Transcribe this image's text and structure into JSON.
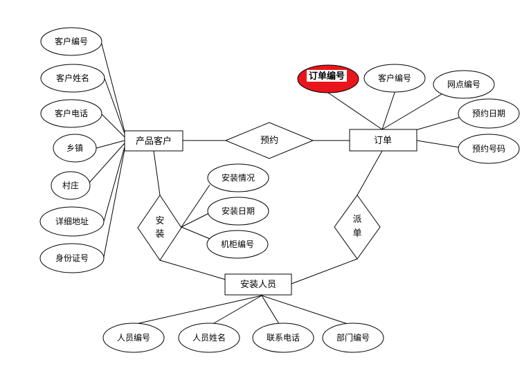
{
  "entities": {
    "product_customer": "产品客户",
    "order": "订单",
    "installer": "安装人员"
  },
  "relationships": {
    "reserve": "预约",
    "install_top": "安",
    "install_bottom": "装",
    "dispatch_top": "派",
    "dispatch_bottom": "单"
  },
  "attributes": {
    "customer_id": "客户编号",
    "customer_name": "客户姓名",
    "customer_phone": "客户电话",
    "town": "乡镇",
    "village": "村庄",
    "address": "详细地址",
    "id_number": "身份证号",
    "order_id": "订单编号",
    "order_customer_id": "客户编号",
    "outlet_id": "网点编号",
    "reserve_date": "预约日期",
    "reserve_number": "预约号码",
    "install_status": "安装情况",
    "install_date": "安装日期",
    "cabinet_id": "机柜编号",
    "staff_id": "人员编号",
    "staff_name": "人员姓名",
    "contact_phone": "联系电话",
    "department_id": "部门编号"
  },
  "colors": {
    "key_attribute_fill": "#e8161b",
    "stroke": "#000000"
  }
}
